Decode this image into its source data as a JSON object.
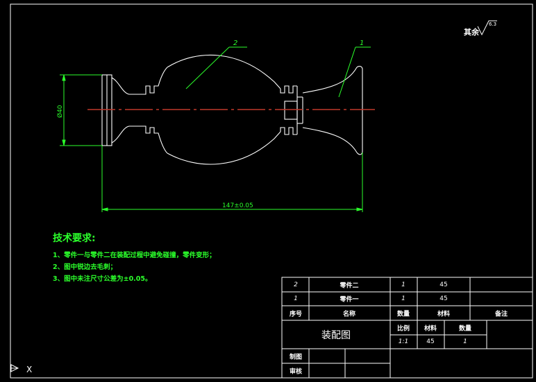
{
  "drawing": {
    "balloons": {
      "part2": "2",
      "part1": "1"
    },
    "dimensions": {
      "diameter": "Ø40",
      "length": "147±0.05"
    },
    "surface_finish": {
      "label": "其余",
      "value": "6.3"
    }
  },
  "tech_requirements": {
    "title": "技术要求:",
    "items": [
      "1、零件一与零件二在装配过程中避免碰撞，零件变形；",
      "2、图中锐边去毛刺；",
      "3、图中未注尺寸公差为±0.05。"
    ]
  },
  "title_block": {
    "parts": [
      {
        "no": "2",
        "name": "零件二",
        "qty": "1",
        "material": "45"
      },
      {
        "no": "1",
        "name": "零件一",
        "qty": "1",
        "material": "45"
      }
    ],
    "headers": {
      "no": "序号",
      "name": "名称",
      "qty": "数量",
      "material": "材料",
      "remark": "备注"
    },
    "drawing_name": "装配图",
    "info_headers": {
      "scale": "比例",
      "material": "材料",
      "qty": "数量"
    },
    "info_values": {
      "scale": "1:1",
      "material": "45",
      "qty": "1"
    },
    "signatures": {
      "drawn": "制图",
      "checked": "审核"
    }
  },
  "ucs": {
    "axis_label": "X"
  },
  "colors": {
    "background": "#000000",
    "geometry": "#ffffff",
    "dimension": "#2bff2b",
    "centerline": "#c0392b"
  }
}
